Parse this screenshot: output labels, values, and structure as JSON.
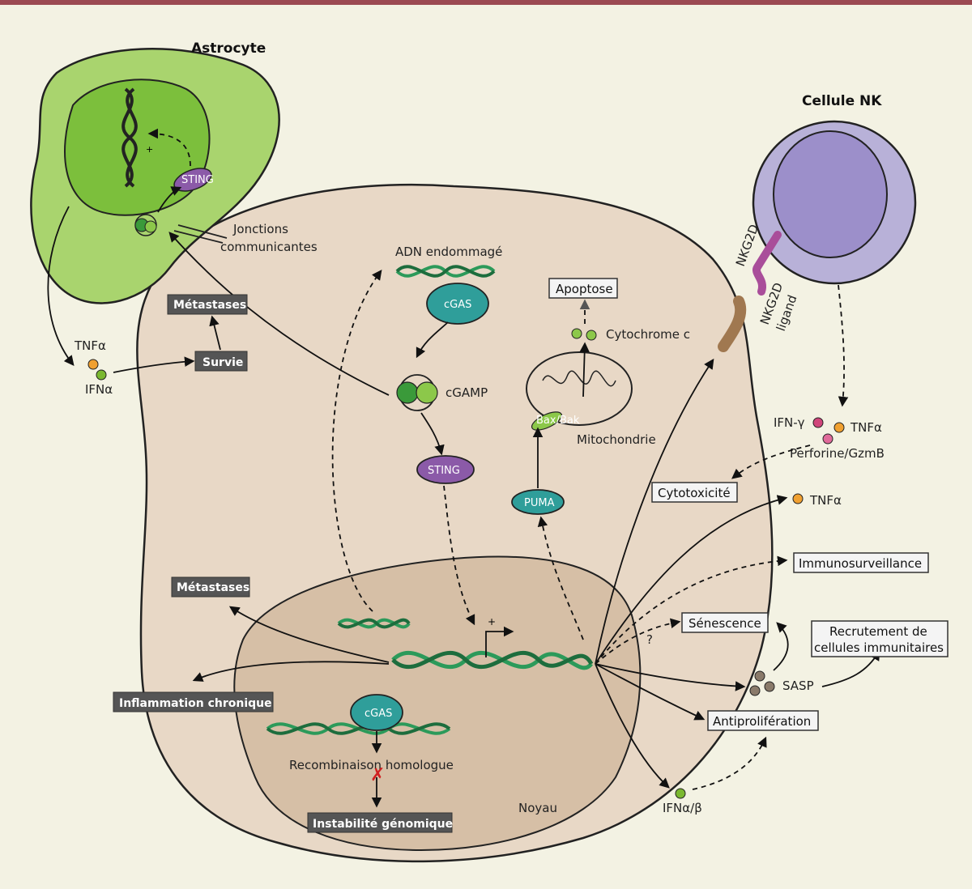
{
  "cells": {
    "astrocyte": "Astrocyte",
    "nk": "Cellule NK",
    "nucleus": "Noyau"
  },
  "labels": {
    "gap_junction_1": "Jonctions",
    "gap_junction_2": "communicantes",
    "damaged_dna": "ADN endommagé",
    "cgamp": "cGAMP",
    "cytochrome": "Cytochrome c",
    "mitochondria": "Mitochondrie",
    "tnf_astro": "TNFα",
    "ifn_astro": "IFNα",
    "nkg2d": "NKG2D",
    "nkg2d_ligand_1": "NKG2D",
    "nkg2d_ligand_2": "ligand",
    "ifn_gamma": "IFN-γ",
    "tnf_nk": "TNFα",
    "perforin": "Perforine/GzmB",
    "tnf_right": "TNFα",
    "sasp": "SASP",
    "ifn_ab": "IFNα/β",
    "recombination": "Recombinaison homologue",
    "question": "?",
    "plus": "+"
  },
  "proteins": {
    "cgas_top": "cGAS",
    "cgas_bottom": "cGAS",
    "sting_main": "STING",
    "sting_astro": "STING",
    "puma": "PUMA",
    "baxbak": "Bax/Bak"
  },
  "boxes_outcome": {
    "apoptose": "Apoptose",
    "cytotoxicite": "Cytotoxicité",
    "immunosurveillance": "Immunosurveillance",
    "senescence": "Sénescence",
    "recrutement_1": "Recrutement de",
    "recrutement_2": "cellules immunitaires",
    "antiproliferation": "Antiprolifération"
  },
  "boxes_tumor": {
    "metastases_astro": "Métastases",
    "survie": "Survie",
    "metastases_main": "Métastases",
    "inflammation": "Inflammation chronique",
    "instabilite": "Instabilité génomique"
  },
  "colors": {
    "cell": "#e8d8c6",
    "nucleus": "#d6bfa6",
    "astrocyte": "#a9d46e",
    "astro_nucleus": "#7cbf3c",
    "nk": "#b8b1d8",
    "nk_nucleus": "#9c8fca",
    "cgas": "#2f9e9a",
    "sting": "#8b5aa8",
    "dna": "#2c9a5a",
    "orange": "#f0a030",
    "green_dot": "#7ab830",
    "pink": "#d0457a"
  }
}
